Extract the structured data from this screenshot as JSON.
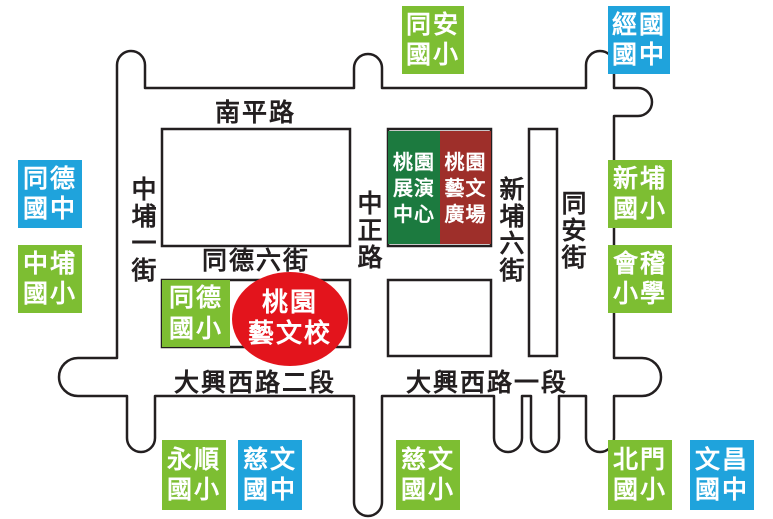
{
  "roads": {
    "nanping": "南平路",
    "zhongbu1": "中埔一街",
    "tongde6": "同德六街",
    "zhongzheng": "中正路",
    "xinbu6": "新埔六街",
    "tongan": "同安街",
    "daxing2": "大興西路二段",
    "daxing1": "大興西路一段"
  },
  "venues": {
    "exhibition": [
      "桃園",
      "展演",
      "中心"
    ],
    "plaza": [
      "桃園",
      "藝文",
      "廣場"
    ]
  },
  "highlight": {
    "line1": "桃園",
    "line2": "藝文校"
  },
  "schools": {
    "tongan_elem": [
      "同安",
      "國小"
    ],
    "jingguo_jh": [
      "經國",
      "國中"
    ],
    "tongde_jh": [
      "同德",
      "國中"
    ],
    "zhongbu_elem": [
      "中埔",
      "國小"
    ],
    "xinbu_elem": [
      "新埔",
      "國小"
    ],
    "huiji_elem": [
      "會稽",
      "小學"
    ],
    "tongde_elem": [
      "同德",
      "國小"
    ],
    "yongshun_elem": [
      "永順",
      "國小"
    ],
    "ciwen_jh": [
      "慈文",
      "國中"
    ],
    "ciwen_elem": [
      "慈文",
      "國小"
    ],
    "beimen_elem": [
      "北門",
      "國小"
    ],
    "wenchang_jh": [
      "文昌",
      "國中"
    ]
  },
  "colors": {
    "elementary": "#7dbe32",
    "junior_high": "#1fa3dc",
    "exhibition": "#1c7a3f",
    "plaza": "#9e2f2a",
    "highlight": "#e3141c",
    "road_outline": "#231f20"
  }
}
